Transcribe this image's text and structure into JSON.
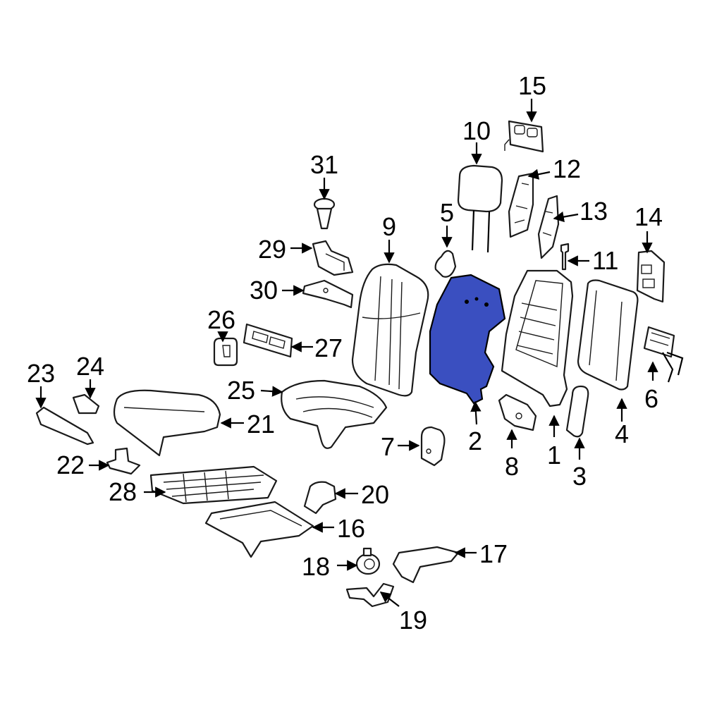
{
  "diagram": {
    "highlight_color": "#3a4fc0",
    "highlighted_part": "2",
    "callouts": [
      {
        "id": "c1",
        "text": "1"
      },
      {
        "id": "c2",
        "text": "2"
      },
      {
        "id": "c3",
        "text": "3"
      },
      {
        "id": "c4",
        "text": "4"
      },
      {
        "id": "c5",
        "text": "5"
      },
      {
        "id": "c6",
        "text": "6"
      },
      {
        "id": "c7",
        "text": "7"
      },
      {
        "id": "c8",
        "text": "8"
      },
      {
        "id": "c9",
        "text": "9"
      },
      {
        "id": "c10",
        "text": "10"
      },
      {
        "id": "c11",
        "text": "11"
      },
      {
        "id": "c12",
        "text": "12"
      },
      {
        "id": "c13",
        "text": "13"
      },
      {
        "id": "c14",
        "text": "14"
      },
      {
        "id": "c15",
        "text": "15"
      },
      {
        "id": "c16",
        "text": "16"
      },
      {
        "id": "c17",
        "text": "17"
      },
      {
        "id": "c18",
        "text": "18"
      },
      {
        "id": "c19",
        "text": "19"
      },
      {
        "id": "c20",
        "text": "20"
      },
      {
        "id": "c21",
        "text": "21"
      },
      {
        "id": "c22",
        "text": "22"
      },
      {
        "id": "c23",
        "text": "23"
      },
      {
        "id": "c24",
        "text": "24"
      },
      {
        "id": "c25",
        "text": "25"
      },
      {
        "id": "c26",
        "text": "26"
      },
      {
        "id": "c27",
        "text": "27"
      },
      {
        "id": "c28",
        "text": "28"
      },
      {
        "id": "c29",
        "text": "29"
      },
      {
        "id": "c30",
        "text": "30"
      },
      {
        "id": "c31",
        "text": "31"
      }
    ]
  }
}
